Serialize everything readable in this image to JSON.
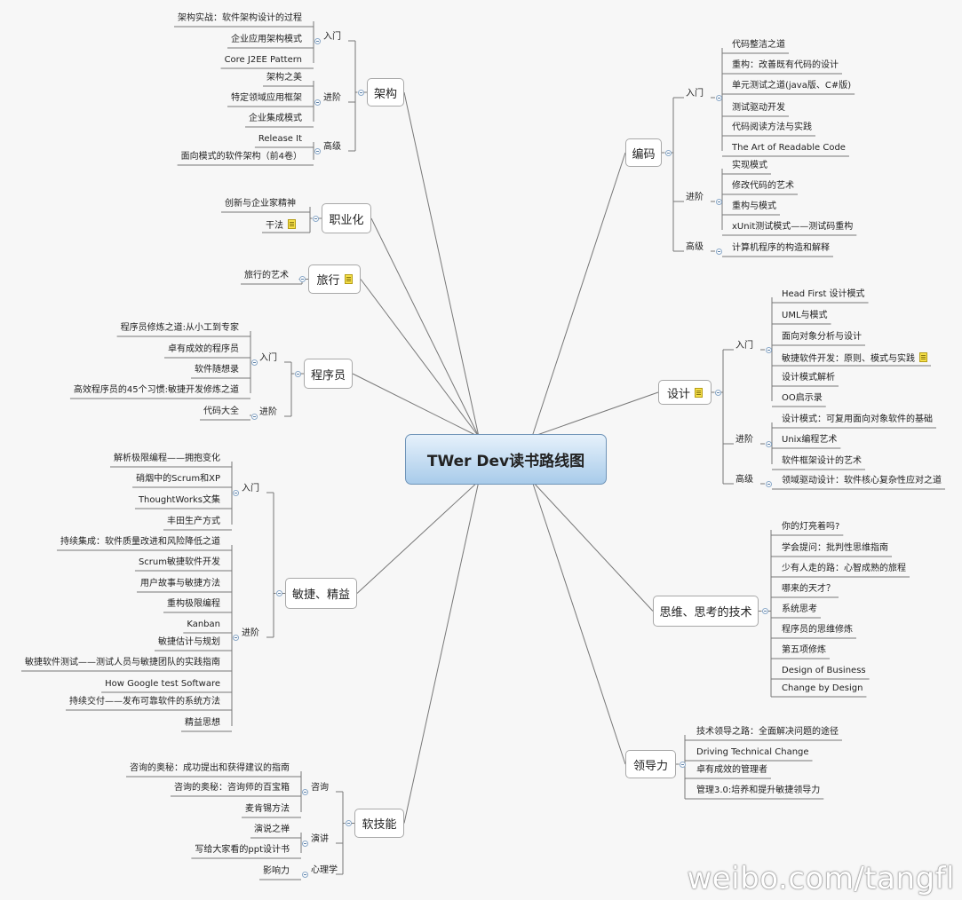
{
  "root": "TWer Dev读书路线图",
  "watermark": "weibo.com/tangfl",
  "branches": [
    {
      "id": "jiagou",
      "label": "架构",
      "groups": [
        {
          "label": "入门",
          "items": [
            "架构实战：软件架构设计的过程",
            "企业应用架构模式",
            "Core J2EE Pattern"
          ]
        },
        {
          "label": "进阶",
          "items": [
            "架构之美",
            "特定领域应用框架",
            "企业集成模式"
          ]
        },
        {
          "label": "高级",
          "items": [
            "Release It",
            "面向模式的软件架构（前4卷）"
          ]
        }
      ]
    },
    {
      "id": "zhiye",
      "label": "职业化",
      "groups": [
        {
          "label": "",
          "items": [
            "创新与企业家精神",
            "干法"
          ]
        }
      ]
    },
    {
      "id": "lvxing",
      "label": "旅行",
      "note": true,
      "groups": [
        {
          "label": "",
          "items": [
            "旅行的艺术"
          ]
        }
      ]
    },
    {
      "id": "chengxuyuan",
      "label": "程序员",
      "groups": [
        {
          "label": "入门",
          "items": [
            "程序员修炼之道:从小工到专家",
            "卓有成效的程序员",
            "软件随想录",
            "高效程序员的45个习惯:敏捷开发修炼之道"
          ]
        },
        {
          "label": "进阶",
          "items": [
            "代码大全"
          ]
        }
      ]
    },
    {
      "id": "minjie",
      "label": "敏捷、精益",
      "groups": [
        {
          "label": "入门",
          "items": [
            "解析极限编程——拥抱变化",
            "硝烟中的Scrum和XP",
            "ThoughtWorks文集",
            "丰田生产方式"
          ]
        },
        {
          "label": "进阶",
          "items": [
            "持续集成：软件质量改进和风险降低之道",
            "Scrum敏捷软件开发",
            "用户故事与敏捷方法",
            "重构极限编程",
            "Kanban",
            "敏捷估计与规划",
            "敏捷软件测试——测试人员与敏捷团队的实践指南",
            "How Google test Software",
            "持续交付——发布可靠软件的系统方法",
            "精益思想"
          ]
        }
      ]
    },
    {
      "id": "ruanjineng",
      "label": "软技能",
      "groups": [
        {
          "label": "咨询",
          "items": [
            "咨询的奥秘：成功提出和获得建议的指南",
            "咨询的奥秘：咨询师的百宝箱",
            "麦肯锡方法"
          ]
        },
        {
          "label": "演讲",
          "items": [
            "演说之禅",
            "写给大家看的ppt设计书"
          ]
        },
        {
          "label": "心理学",
          "items": [
            "影响力"
          ]
        }
      ]
    },
    {
      "id": "bianma",
      "label": "编码",
      "groups": [
        {
          "label": "入门",
          "items": [
            "代码整洁之道",
            "重构：改善既有代码的设计",
            "单元测试之道(java版、C#版)",
            "测试驱动开发",
            "代码阅读方法与实践",
            "The Art of Readable Code"
          ]
        },
        {
          "label": "进阶",
          "items": [
            "实现模式",
            "修改代码的艺术",
            "重构与模式",
            "xUnit测试模式——测试码重构"
          ]
        },
        {
          "label": "高级",
          "items": [
            "计算机程序的构造和解释"
          ]
        }
      ]
    },
    {
      "id": "sheji",
      "label": "设计",
      "note": true,
      "groups": [
        {
          "label": "入门",
          "items": [
            "Head First 设计模式",
            "UML与模式",
            "面向对象分析与设计",
            "敏捷软件开发：原则、模式与实践",
            "设计模式解析",
            "OO启示录"
          ]
        },
        {
          "label": "进阶",
          "items": [
            "设计模式：可复用面向对象软件的基础",
            "Unix编程艺术",
            "软件框架设计的艺术"
          ]
        },
        {
          "label": "高级",
          "items": [
            "领域驱动设计：软件核心复杂性应对之道"
          ]
        }
      ]
    },
    {
      "id": "siwei",
      "label": "思维、思考的技术",
      "groups": [
        {
          "label": "",
          "items": [
            "你的灯亮着吗?",
            "学会提问：批判性思维指南",
            "少有人走的路：心智成熟的旅程",
            "哪来的天才？",
            "系统思考",
            "程序员的思维修炼",
            "第五项修炼",
            "Design of Business",
            "Change by Design"
          ]
        }
      ]
    },
    {
      "id": "lingdaoli",
      "label": "领导力",
      "groups": [
        {
          "label": "",
          "items": [
            "技术领导之路：全面解决问题的途径",
            "Driving Technical Change",
            "卓有成效的管理者",
            "管理3.0:培养和提升敏捷领导力"
          ]
        }
      ]
    }
  ]
}
